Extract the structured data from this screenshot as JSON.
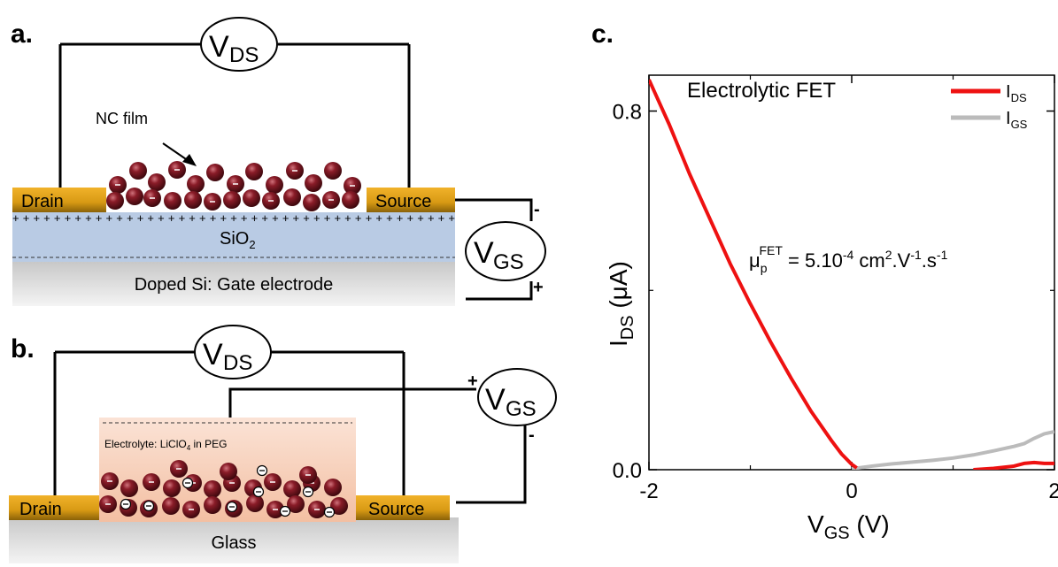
{
  "panel_a": {
    "letter": "a.",
    "vds_label": "V",
    "vds_sub": "DS",
    "vgs_label": "V",
    "vgs_sub": "GS",
    "film_label": "NC film",
    "drain": "Drain",
    "source": "Source",
    "oxide_label": "SiO",
    "oxide_sub": "2",
    "gate_label": "Doped Si: Gate electrode",
    "minus_sign": "-",
    "plus_sign": "+",
    "charge_row": "+ + + + + + + + + + + + + + + + + + + + + + + + + + + + + + + + + + + + + + + + + + +"
  },
  "panel_b": {
    "letter": "b.",
    "vds_label": "V",
    "vds_sub": "DS",
    "vgs_label": "V",
    "vgs_sub": "GS",
    "electrolyte_label": "Electrolyte: LiClO",
    "electrolyte_sub": "4",
    "electrolyte_rest": " in PEG",
    "drain": "Drain",
    "source": "Source",
    "substrate_label": "Glass",
    "plus_sign": "+",
    "minus_sign": "-",
    "colors": {
      "electrolyte": "#f4c4a8",
      "electrode": "#d7a31a"
    }
  },
  "panel_c": {
    "letter": "c.",
    "legend_ids": "I",
    "legend_ids_sub": "DS",
    "legend_igs": "I",
    "legend_igs_sub": "GS",
    "mobility_label": "μ",
    "mobility_sub": "p",
    "mobility_sup": "FET",
    "mobility_value": " = 5.10",
    "mobility_exp": "-4",
    "mobility_unit": " cm",
    "mobility_unit_sup": "2",
    "mobility_v": ".V",
    "mobility_v_sup": "-1",
    "mobility_s": ".s",
    "mobility_s_sup": "-1"
  },
  "chart_data": {
    "type": "line",
    "title": "Electrolytic FET",
    "xlabel_main": "V",
    "xlabel_sub": "GS",
    "xlabel_unit": " (V)",
    "ylabel_main": "I",
    "ylabel_sub": "DS",
    "ylabel_unit": " (μA)",
    "xlim": [
      -2,
      2
    ],
    "ylim": [
      0,
      0.88
    ],
    "xticks": [
      -2,
      0,
      2
    ],
    "xtick_labels": [
      "-2",
      "0",
      "2"
    ],
    "yticks": [
      0.0,
      0.8
    ],
    "ytick_labels": [
      "0.0",
      "0.8"
    ],
    "legend_position": "top-right",
    "series": [
      {
        "name": "IDS",
        "color": "#ee1111",
        "x": [
          -2.0,
          -1.8,
          -1.6,
          -1.4,
          -1.2,
          -1.0,
          -0.8,
          -0.6,
          -0.4,
          -0.2,
          -0.1,
          0.0,
          0.05,
          1.2,
          1.4,
          1.6,
          1.7,
          1.8,
          1.9,
          2.0
        ],
        "y": [
          0.87,
          0.77,
          0.66,
          0.56,
          0.46,
          0.37,
          0.285,
          0.205,
          0.13,
          0.065,
          0.035,
          0.012,
          0.004,
          0.0,
          0.003,
          0.008,
          0.014,
          0.016,
          0.014,
          0.014
        ]
      },
      {
        "name": "IGS",
        "color": "#bbbbbb",
        "x": [
          0.0,
          0.2,
          0.4,
          0.6,
          0.8,
          1.0,
          1.2,
          1.4,
          1.6,
          1.7,
          1.8,
          1.9,
          2.0
        ],
        "y": [
          0.002,
          0.008,
          0.013,
          0.017,
          0.021,
          0.026,
          0.033,
          0.042,
          0.052,
          0.058,
          0.07,
          0.08,
          0.085
        ]
      }
    ]
  }
}
